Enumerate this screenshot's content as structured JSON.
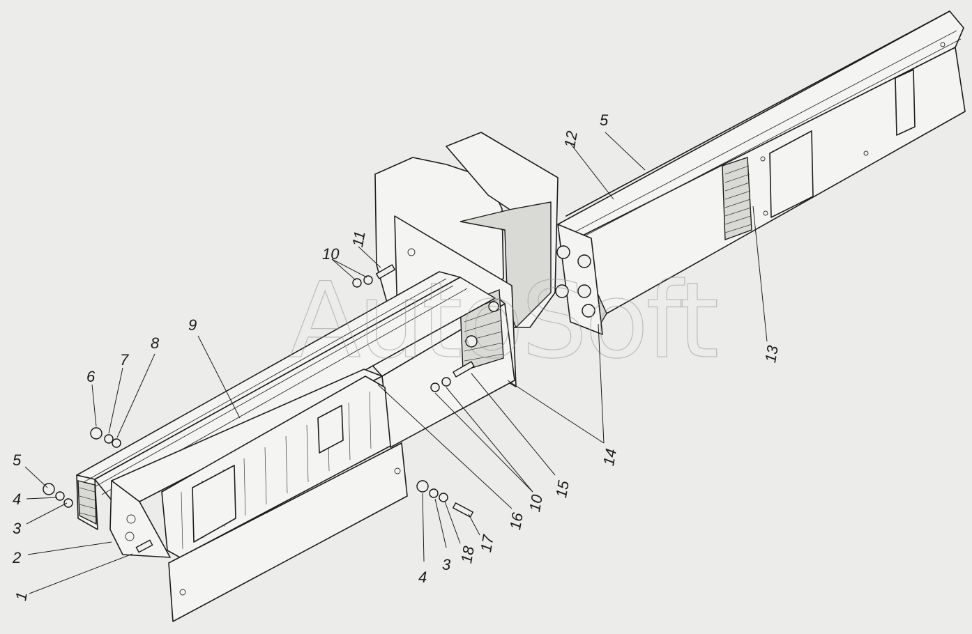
{
  "watermark": "AutoSoft",
  "callouts": [
    {
      "id": "c1",
      "text": "1"
    },
    {
      "id": "c2",
      "text": "2"
    },
    {
      "id": "c3a",
      "text": "3"
    },
    {
      "id": "c3b",
      "text": "3"
    },
    {
      "id": "c4a",
      "text": "4"
    },
    {
      "id": "c4b",
      "text": "4"
    },
    {
      "id": "c5a",
      "text": "5"
    },
    {
      "id": "c5b",
      "text": "5"
    },
    {
      "id": "c6",
      "text": "6"
    },
    {
      "id": "c7",
      "text": "7"
    },
    {
      "id": "c8",
      "text": "8"
    },
    {
      "id": "c9",
      "text": "9"
    },
    {
      "id": "c10a",
      "text": "10"
    },
    {
      "id": "c10b",
      "text": "10"
    },
    {
      "id": "c11",
      "text": "11"
    },
    {
      "id": "c12",
      "text": "12"
    },
    {
      "id": "c13",
      "text": "13"
    },
    {
      "id": "c14",
      "text": "14"
    },
    {
      "id": "c15",
      "text": "15"
    },
    {
      "id": "c16",
      "text": "16"
    },
    {
      "id": "c17",
      "text": "17"
    },
    {
      "id": "c18",
      "text": "18"
    }
  ]
}
